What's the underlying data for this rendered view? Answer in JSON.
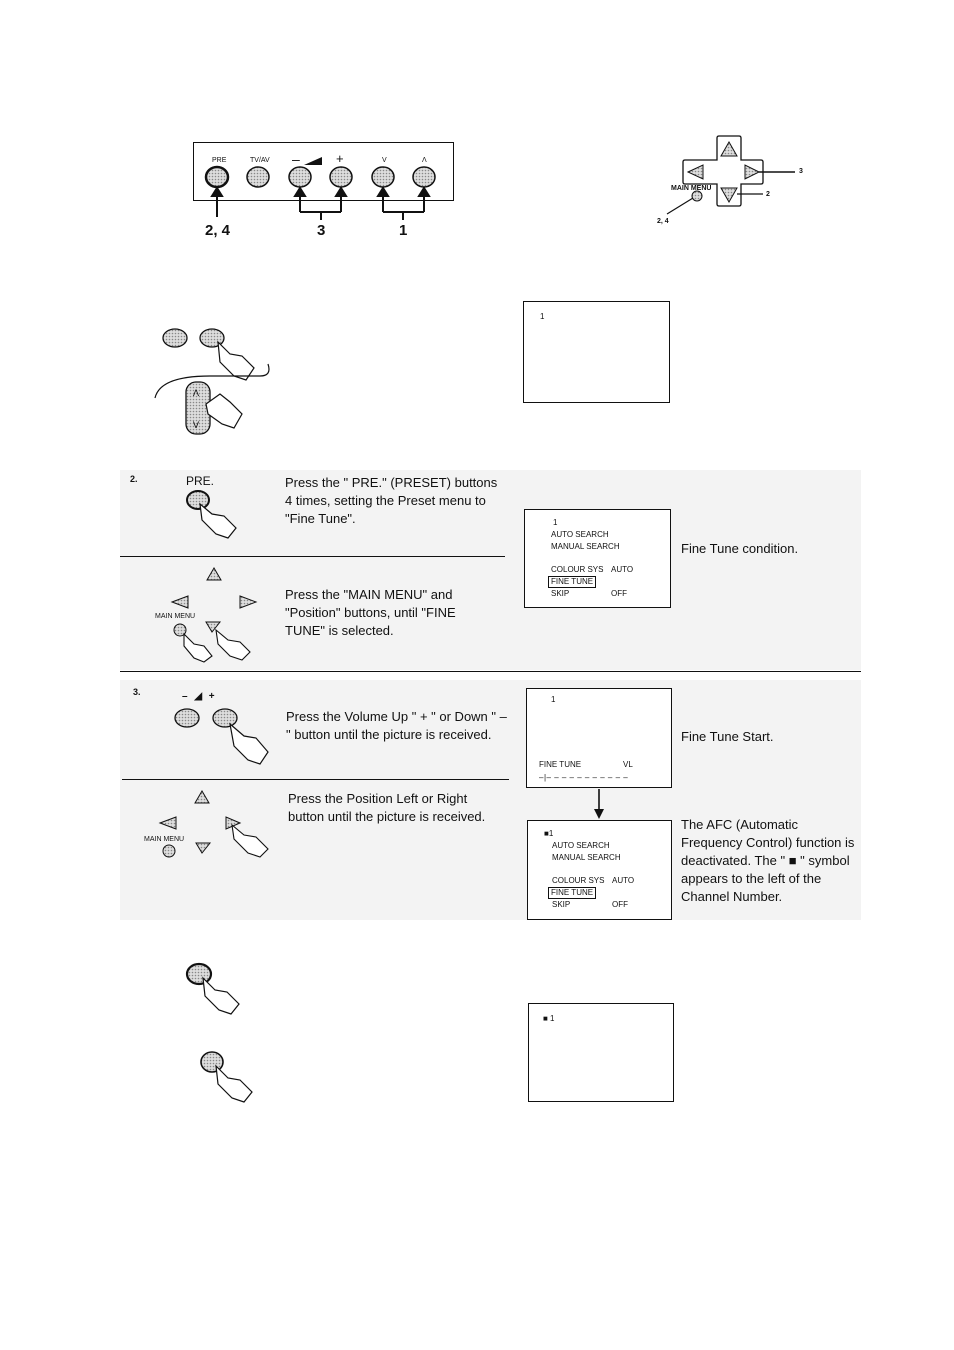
{
  "remote_panel": {
    "labels": [
      "PRE",
      "TV/AV",
      "–",
      "+",
      "V",
      "Λ"
    ],
    "callouts": [
      "2, 4",
      "3",
      "1"
    ]
  },
  "dpad": {
    "main_menu_label": "MAIN MENU",
    "callouts": [
      "3",
      "2",
      "2, 4"
    ]
  },
  "intro_screen": {
    "channel": "1"
  },
  "step2": {
    "number": "2.",
    "pre_label": "PRE.",
    "instruction_a": "Press the \" PRE.\" (PRESET) buttons 4 times, setting the Preset menu to \"Fine Tune\".",
    "main_menu_label": "MAIN MENU",
    "instruction_b": "Press the \"MAIN MENU\" and \"Position\" buttons, until \"FINE TUNE\" is selected.",
    "screen": {
      "channel": "1",
      "auto_search": "AUTO SEARCH",
      "manual_search": "MANUAL SEARCH",
      "colour_sys": "COLOUR SYS",
      "colour_val": "AUTO",
      "fine_tune": "FINE TUNE",
      "skip": "SKIP",
      "skip_val": "OFF"
    },
    "caption": "Fine Tune condition."
  },
  "step3": {
    "number": "3.",
    "vol_label": "–  ◢  +",
    "instruction_a": "Press the Volume Up \" + \" or Down \" – \" button until the picture is received.",
    "main_menu_label": "MAIN MENU",
    "instruction_b": "Press the Position Left or Right button until the picture is received.",
    "screen_a": {
      "channel": "1",
      "fine_tune": "FINE TUNE",
      "vl": "VL",
      "bar": "–|– – – – – – – – – – –"
    },
    "caption_a": "Fine Tune Start.",
    "screen_b": {
      "channel": "■1",
      "auto_search": "AUTO SEARCH",
      "manual_search": "MANUAL SEARCH",
      "colour_sys": "COLOUR SYS",
      "colour_val": "AUTO",
      "fine_tune": "FINE TUNE",
      "skip": "SKIP",
      "skip_val": "OFF"
    },
    "caption_b": "The AFC (Automatic Frequency Control) function is deactivated. The \" ■ \" symbol appears to the left of the Channel Number."
  },
  "final_screen": {
    "channel": "■ 1"
  }
}
